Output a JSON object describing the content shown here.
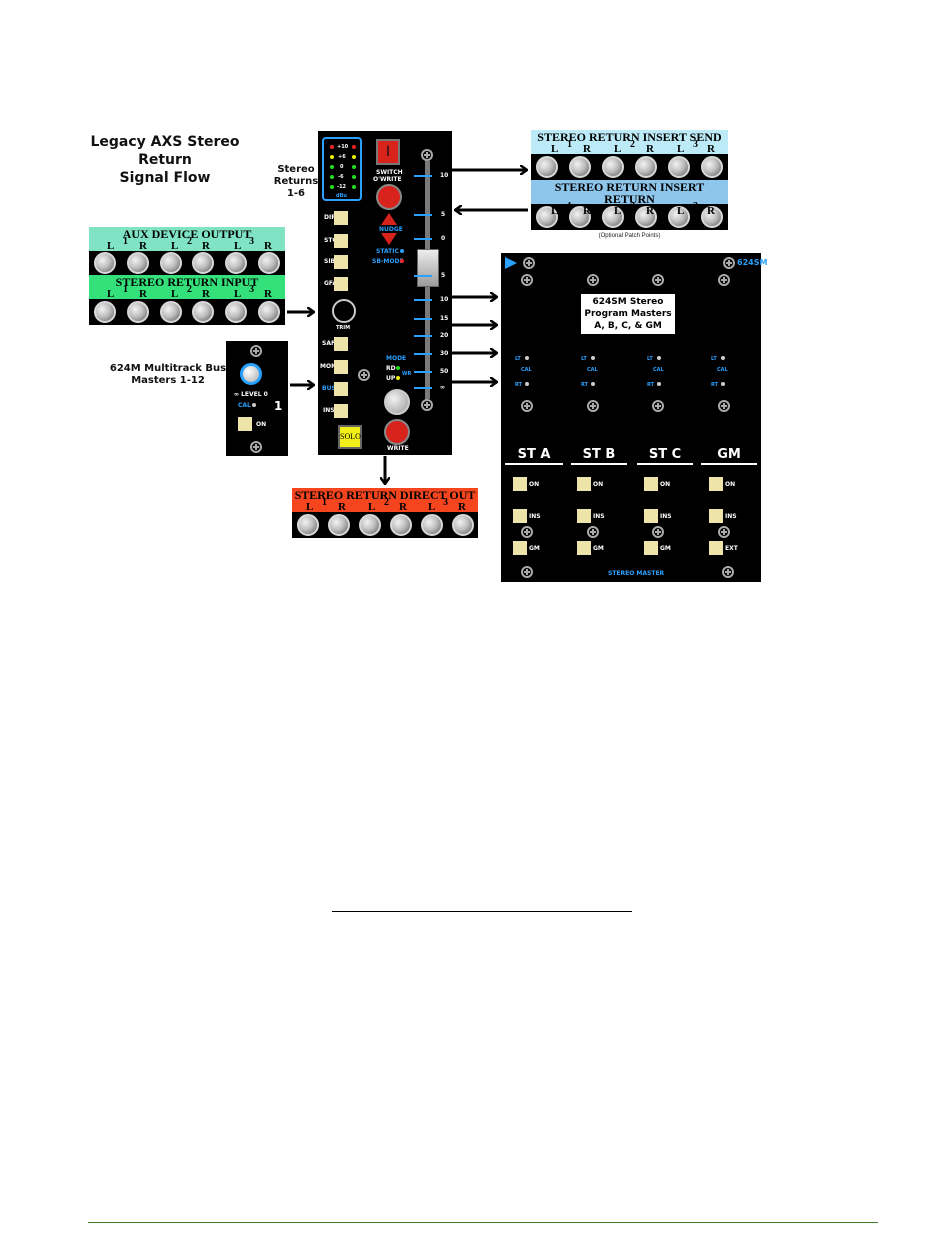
{
  "diagram": {
    "title_line1": "Legacy AXS Stereo Return",
    "title_line2": "Signal Flow",
    "stereo_returns_line1": "Stereo",
    "stereo_returns_line2": "Returns",
    "stereo_returns_line3": "1-6",
    "bus_masters_line1": "624M Multitrack Bus",
    "bus_masters_line2": "Masters 1-12",
    "optional_note": "(Optional Patch Points)"
  },
  "patchbays": {
    "insert_send": {
      "title": "STEREO RETURN INSERT SEND",
      "color": "#bdeaf7"
    },
    "insert_return": {
      "title": "STEREO RETURN INSERT RETURN",
      "color": "#8ec5ea"
    },
    "aux_output": {
      "title": "AUX DEVICE OUTPUT",
      "color": "#7fe3c4"
    },
    "return_input": {
      "title": "STEREO RETURN INPUT",
      "color": "#34e07a"
    },
    "direct_out": {
      "title": "STEREO RETURN DIRECT OUT",
      "color": "#f4451e"
    },
    "lr": {
      "l": "L",
      "r": "R",
      "n1": "1",
      "n2": "2",
      "n3": "3"
    }
  },
  "channel_strip": {
    "switch_label_1": "SWITCH",
    "switch_label_2": "O'WRITE",
    "nudge_label": "NUDGE",
    "static_label": "STATIC",
    "sb_mode_label": "SB-MODE",
    "mode_label": "MODE",
    "rd_label": "RD",
    "up_label": "UP",
    "wr_label": "WR",
    "solo_label": "SOLO",
    "write_label": "WRITE",
    "trim_label": "TRIM",
    "buttons": [
      "DIR",
      "STC",
      "SIB",
      "GFA",
      "SAFE",
      "MONO",
      "BUS",
      "INS"
    ],
    "meter_labels": [
      "+10",
      "+6",
      "0",
      "-6",
      "-12",
      "dBu"
    ],
    "fader_scale": [
      "10",
      "5",
      "0",
      "5",
      "10",
      "15",
      "20",
      "30",
      "50",
      "∞"
    ]
  },
  "bus_master": {
    "level_label": "∞ LEVEL 0",
    "cal_label": "CAL",
    "number": "1",
    "on_label": "ON"
  },
  "program_masters": {
    "model": "624SM",
    "box_line1": "624SM Stereo",
    "box_line2": "Program Masters",
    "box_line3": "A, B, C, & GM",
    "lt": "LT",
    "rt": "RT",
    "cal": "CAL",
    "columns": [
      {
        "name": "ST A",
        "buttons": [
          "ON",
          "INS",
          "GM"
        ]
      },
      {
        "name": "ST B",
        "buttons": [
          "ON",
          "INS",
          "GM"
        ]
      },
      {
        "name": "ST C",
        "buttons": [
          "ON",
          "INS",
          "GM"
        ]
      },
      {
        "name": "GM",
        "buttons": [
          "ON",
          "INS",
          "EXT"
        ]
      }
    ],
    "footer": "STEREO MASTER"
  },
  "colors": {
    "accent_blue": "#2aa0ff",
    "button_cream": "#eee3a8",
    "red_button": "#d8221c",
    "solo_yellow": "#f2ee1a",
    "footer_line": "#3c7a2c"
  }
}
